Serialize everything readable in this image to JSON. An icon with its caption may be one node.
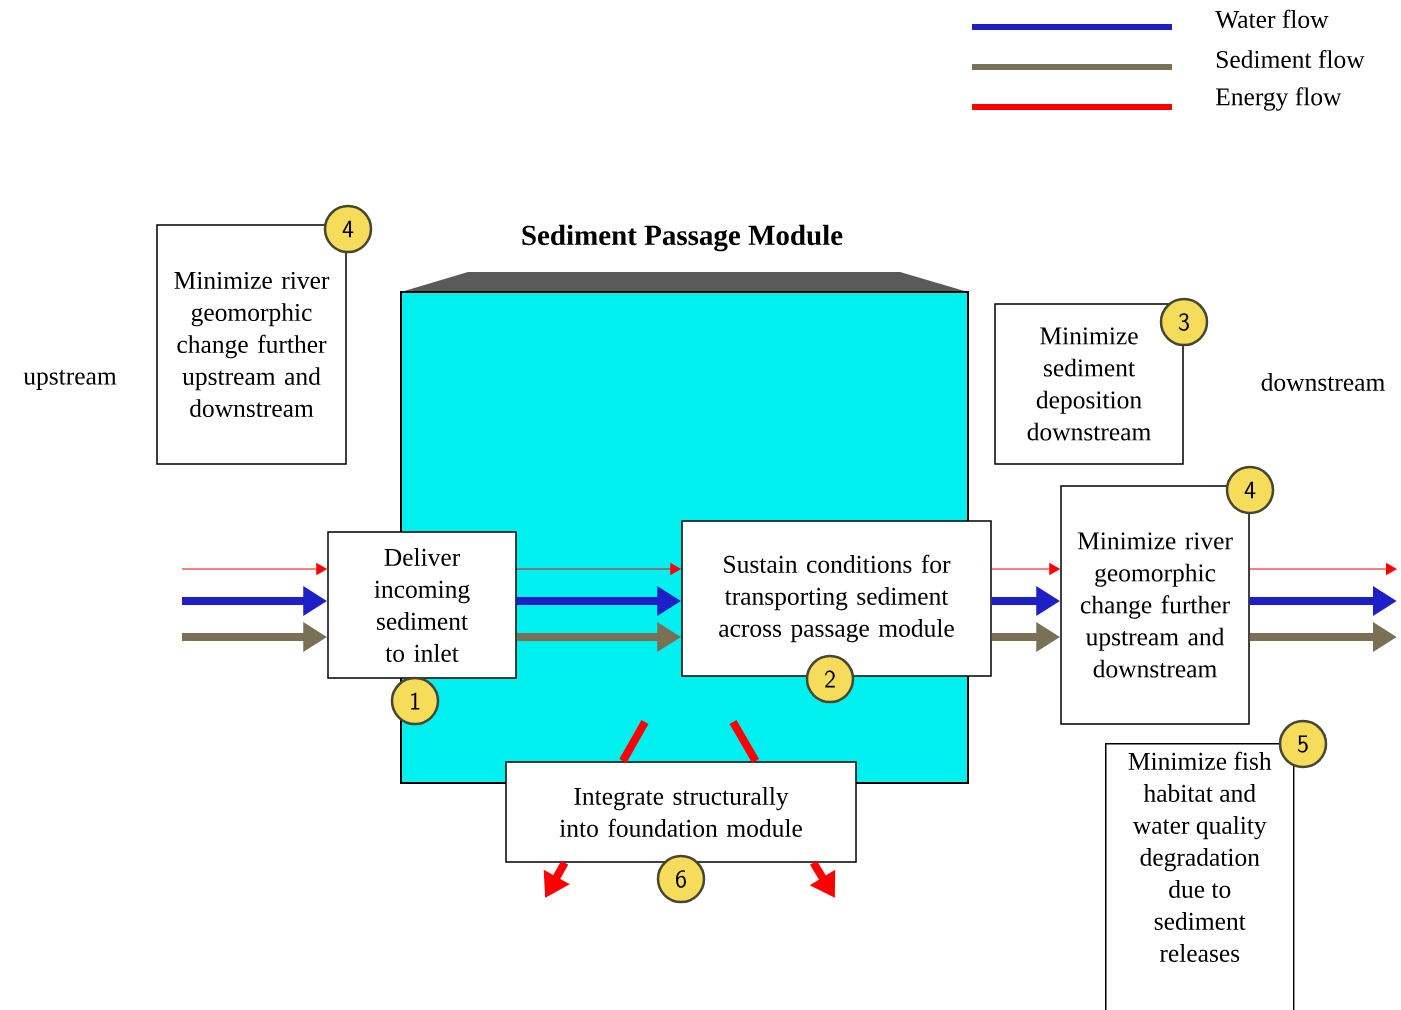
{
  "diagram": {
    "nodes": [
      {
        "text": [
          "Sediment Passage Module"
        ]
      },
      {
        "text": [
          "Minimize river geomorphic change further upstream and downstream"
        ]
      },
      {
        "text": [
          "4"
        ]
      },
      {
        "text": [
          "Minimize sediment deposition downstream"
        ]
      },
      {
        "text": [
          "3"
        ]
      },
      {
        "text": [
          "Deliver incoming sediment to inlet"
        ]
      },
      {
        "text": [
          "1"
        ]
      },
      {
        "text": [
          "Sustain conditions for transporting sediment across passage module"
        ]
      },
      {
        "text": [
          "2"
        ],
        "in": 0
      },
      {
        "text": [
          "Minimize river geomorphic change further upstream and downstream"
        ]
      },
      {
        "text": [
          "4"
        ]
      },
      {
        "text": [
          "Minimize fish habitat and water quality degradation due to sediment releases"
        ]
      },
      {
        "text": [
          "5"
        ]
      },
      {
        "text": [
          "Integrate structurally into foundation module"
        ]
      },
      {
        "text": [
          "6"
        ]
      }
    ],
    "edges": [
      {
        "from": null,
        "to": 5,
        "arrow": "to",
        "color": "#ff0000"
      },
      {
        "from": null,
        "to": 5,
        "arrow": "to",
        "color": "#1f1fc8"
      },
      {
        "from": null,
        "to": 5,
        "arrow": "to",
        "color": "#7a7055"
      },
      {
        "from": 5,
        "to": 7,
        "arrow": "to",
        "color": "#ff0000"
      },
      {
        "from": 5,
        "to": 7,
        "arrow": "to",
        "color": "#1f1fc8"
      },
      {
        "from": 5,
        "to": 7,
        "arrow": "to",
        "color": "#7a7055"
      },
      {
        "from": 7,
        "to": 9,
        "arrow": "to",
        "color": "#ff0000"
      },
      {
        "from": 7,
        "to": 9,
        "arrow": "to",
        "color": "#1f1fc8"
      },
      {
        "from": 7,
        "to": 9,
        "arrow": "to",
        "color": "#7a7055"
      },
      {
        "from": 9,
        "to": null,
        "arrow": "to",
        "color": "#ff0000"
      },
      {
        "from": 9,
        "to": null,
        "arrow": "to",
        "color": "#1f1fc8"
      },
      {
        "from": 9,
        "to": null,
        "arrow": "to",
        "color": "#7a7055"
      },
      {
        "from": 13,
        "to": null,
        "arrow": "to",
        "color": "#ff0000"
      },
      {
        "from": 13,
        "to": null,
        "arrow": "to",
        "color": "#ff0000"
      }
    ],
    "labels": [
      "upstream",
      "downstream"
    ],
    "legend": [
      {
        "text": "Water flow",
        "color": "#1f1fc8"
      },
      {
        "text": "Sediment flow",
        "color": "#7a7055"
      },
      {
        "text": "Energy flow",
        "color": "#ff0000"
      }
    ]
  }
}
